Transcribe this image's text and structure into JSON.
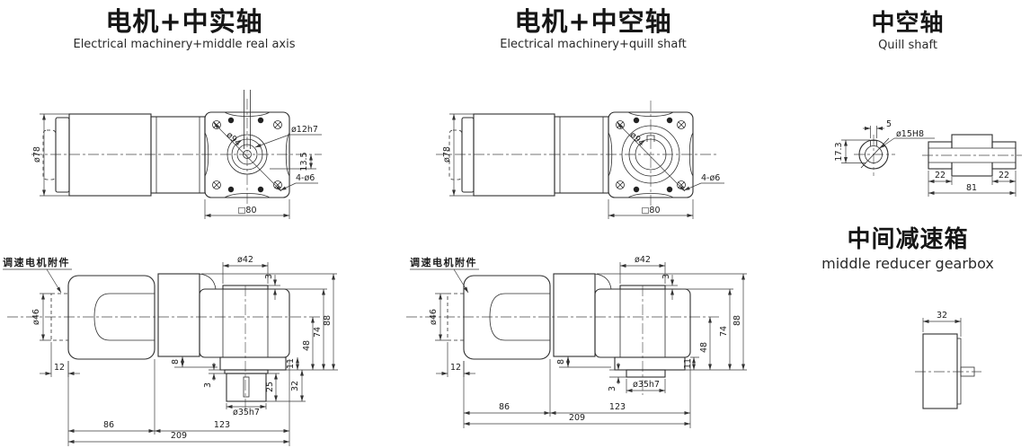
{
  "titles": {
    "col1": {
      "zh": "电机+中实轴",
      "en": "Electrical machinery+middle real axis"
    },
    "col2": {
      "zh": "电机+中空轴",
      "en": "Electrical machinery+quill shaft"
    },
    "col3": {
      "zh": "中空轴",
      "en": "Quill shaft"
    },
    "col4": {
      "zh": "中间减速箱",
      "en": "middle reducer gearbox"
    }
  },
  "d1top": {
    "dia78": "ø78",
    "dia94": "ø94",
    "dia12h7": "ø12h7",
    "dim13_5": "13.5",
    "holes": "4-ø6",
    "square80": "□80"
  },
  "d1side": {
    "accessory": "调速电机附件",
    "dia46": "ø46",
    "dim12": "12",
    "dia42": "ø42",
    "dim3_top": "3",
    "dim8": "8",
    "dim3_bot": "3",
    "dia35h7": "ø35h7",
    "dim25": "25",
    "dim32": "32",
    "dim11": "11",
    "dim48": "48",
    "dim74": "74",
    "dim88": "88",
    "dim86": "86",
    "dim123": "123",
    "dim209": "209"
  },
  "d2top": {
    "dia78": "ø78",
    "dia94": "ø94",
    "holes": "4-ø6",
    "square80": "□80"
  },
  "d2side": {
    "accessory": "调速电机附件",
    "dia46": "ø46",
    "dim12": "12",
    "dia42": "ø42",
    "dim3_top": "3",
    "dim8": "8",
    "dim3_bot": "3",
    "dia35h7": "ø35h7",
    "dim11": "11",
    "dim48": "48",
    "dim74": "74",
    "dim88": "88",
    "dim86": "86",
    "dim123": "123",
    "dim209": "209"
  },
  "quill": {
    "dim5": "5",
    "dim17_3": "17.3",
    "dia15H8": "ø15H8",
    "dim22_left": "22",
    "dim22_right": "22",
    "dim81": "81"
  },
  "reducer": {
    "dim32": "32"
  }
}
